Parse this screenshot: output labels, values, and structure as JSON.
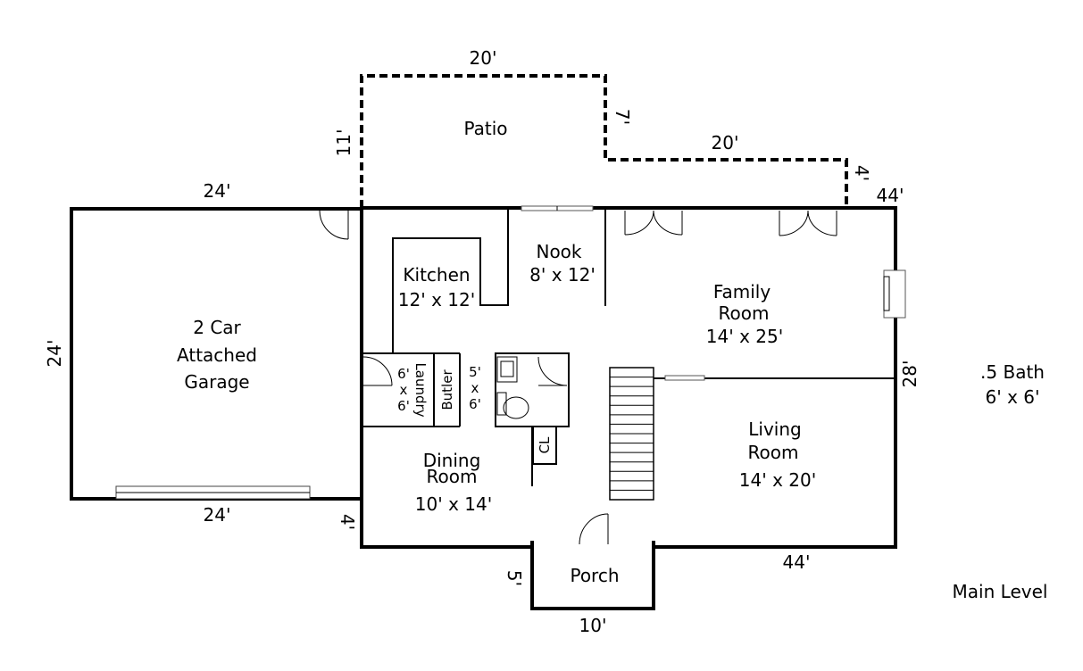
{
  "patio": {
    "label": "Patio",
    "dim_top": "20'",
    "dim_left": "11'",
    "dim_step": "7'",
    "dim_right": "20'",
    "dim_drop": "4'"
  },
  "garage": {
    "label_line1": "2 Car",
    "label_line2": "Attached",
    "label_line3": "Garage",
    "dim_top": "24'",
    "dim_bottom": "24'",
    "dim_side": "24'"
  },
  "kitchen": {
    "label": "Kitchen",
    "dims": "12' x 12'"
  },
  "nook": {
    "label": "Nook",
    "dims": "8' x 12'"
  },
  "family_room": {
    "label_line1": "Family",
    "label_line2": "Room",
    "dims": "14'  x  25'"
  },
  "laundry": {
    "label": "Laundry",
    "dim_a": "6'",
    "dim_x": "x",
    "dim_b": "6'"
  },
  "butler": {
    "label": "Butler"
  },
  "half_bath": {
    "dim_a": "5'",
    "dim_x": "x",
    "dim_b": "6'"
  },
  "closet": {
    "label": "CL"
  },
  "dining_room": {
    "label_line1": "Dining",
    "label_line2": "Room",
    "dims": "10' x 14'"
  },
  "living_room": {
    "label_line1": "Living",
    "label_line2": "Room",
    "dims": "14' x 20'"
  },
  "porch": {
    "label": "Porch",
    "dim_side": "5'",
    "dim_bottom": "10'"
  },
  "house": {
    "dim_top": "44'",
    "dim_bottom": "44'",
    "dim_right": "28'",
    "dim_step": "4'"
  },
  "summary": {
    "bath_line1": ".5 Bath",
    "bath_line2": "6' x  6'",
    "level": "Main Level"
  }
}
